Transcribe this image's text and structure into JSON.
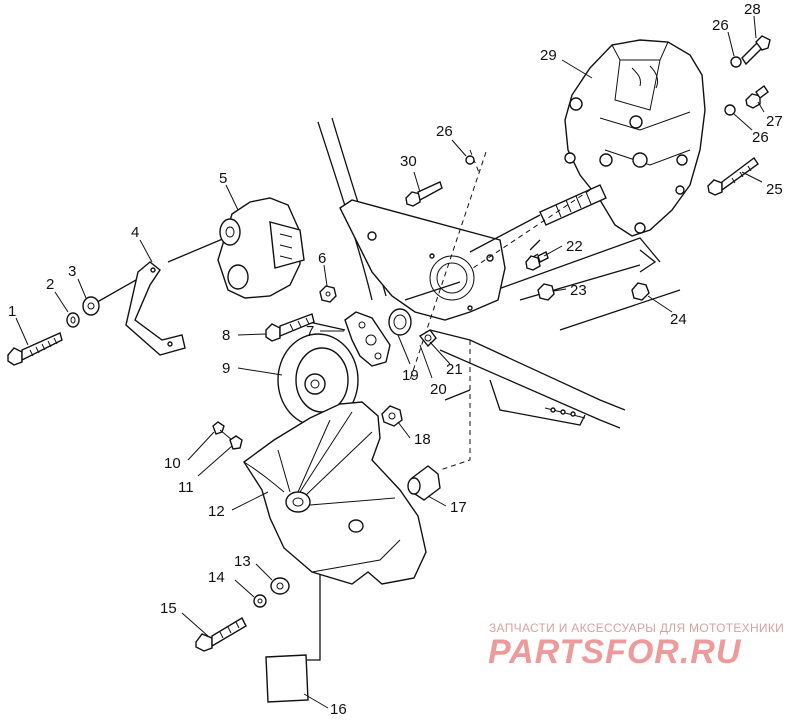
{
  "diagram": {
    "callouts": [
      {
        "id": "1",
        "label": "1"
      },
      {
        "id": "2",
        "label": "2"
      },
      {
        "id": "3",
        "label": "3"
      },
      {
        "id": "4",
        "label": "4"
      },
      {
        "id": "5",
        "label": "5"
      },
      {
        "id": "6",
        "label": "6"
      },
      {
        "id": "7",
        "label": "7"
      },
      {
        "id": "8",
        "label": "8"
      },
      {
        "id": "9",
        "label": "9"
      },
      {
        "id": "10",
        "label": "10"
      },
      {
        "id": "11",
        "label": "11"
      },
      {
        "id": "12",
        "label": "12"
      },
      {
        "id": "13",
        "label": "13"
      },
      {
        "id": "14",
        "label": "14"
      },
      {
        "id": "15",
        "label": "15"
      },
      {
        "id": "16",
        "label": "16"
      },
      {
        "id": "17",
        "label": "17"
      },
      {
        "id": "18",
        "label": "18"
      },
      {
        "id": "19",
        "label": "19"
      },
      {
        "id": "20",
        "label": "20"
      },
      {
        "id": "21",
        "label": "21"
      },
      {
        "id": "22",
        "label": "22"
      },
      {
        "id": "23",
        "label": "23"
      },
      {
        "id": "24",
        "label": "24"
      },
      {
        "id": "25",
        "label": "25"
      },
      {
        "id": "26a",
        "label": "26"
      },
      {
        "id": "26b",
        "label": "26"
      },
      {
        "id": "26c",
        "label": "26"
      },
      {
        "id": "27",
        "label": "27"
      },
      {
        "id": "28",
        "label": "28"
      },
      {
        "id": "29",
        "label": "29"
      },
      {
        "id": "30",
        "label": "30"
      }
    ]
  },
  "watermark": {
    "tagline": "ЗАПЧАСТИ И АКСЕССУАРЫ ДЛЯ МОТОТЕХНИКИ",
    "logo": "PARTSFOR.RU",
    "color": "#ef9a9a"
  }
}
